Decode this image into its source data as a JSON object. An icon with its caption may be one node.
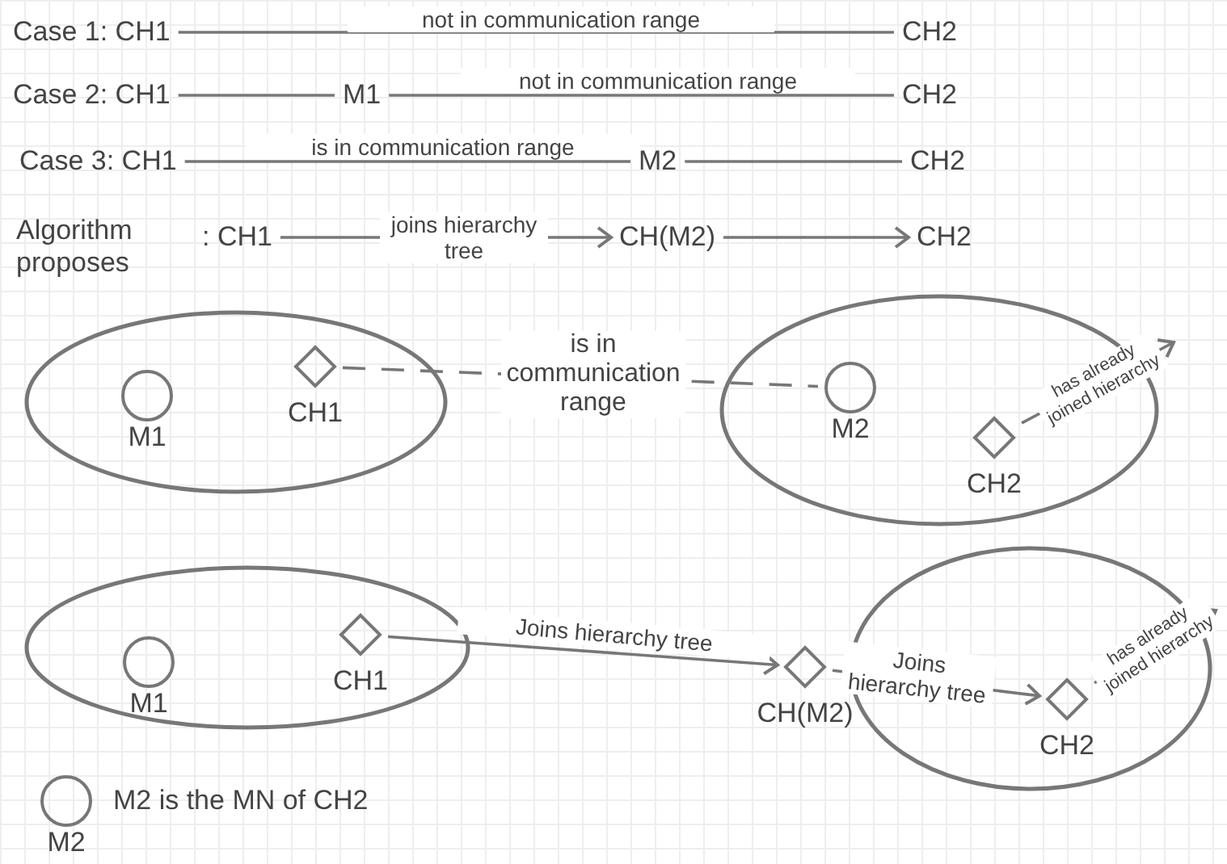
{
  "diagram": {
    "nodes": [
      {
        "text": [
          "Case 1: CH1"
        ]
      },
      {
        "text": [
          "CH2"
        ]
      },
      {
        "text": [
          "Case 2: CH1"
        ]
      },
      {
        "text": [
          "M1"
        ]
      },
      {
        "text": [
          "CH2"
        ]
      },
      {
        "text": [
          "Case 3: CH1"
        ]
      },
      {
        "text": [
          "M2"
        ]
      },
      {
        "text": [
          "CH2"
        ]
      },
      {
        "text": [
          ": CH1"
        ]
      },
      {
        "text": [
          "CH(M2)"
        ]
      },
      {
        "text": [
          "CH2"
        ]
      },
      {
        "text": [],
        "shape": "ellipse"
      },
      {
        "text": [
          "M1"
        ],
        "in": 11
      },
      {
        "text": [
          "CH1"
        ],
        "in": 11
      },
      {
        "text": [],
        "shape": "ellipse"
      },
      {
        "text": [
          "M2"
        ],
        "in": 14
      },
      {
        "text": [
          "CH2"
        ],
        "in": 14
      },
      {
        "text": [],
        "shape": "ellipse"
      },
      {
        "text": [
          "M1"
        ],
        "in": 17
      },
      {
        "text": [
          "CH1"
        ],
        "in": 17
      },
      {
        "text": [
          "CH(M2)"
        ]
      },
      {
        "text": [],
        "shape": "ellipse"
      },
      {
        "text": [
          "CH2"
        ],
        "in": 21
      },
      {
        "text": [
          "M2"
        ],
        "beside": [
          "M2 is the MN of CH2"
        ]
      }
    ],
    "edges": [
      {
        "from": 0,
        "to": 1,
        "arrow": "none",
        "label": "not in communication range"
      },
      {
        "from": 2,
        "to": 3,
        "arrow": "none"
      },
      {
        "from": 3,
        "to": 4,
        "arrow": "none",
        "label": "not in communication range"
      },
      {
        "from": 5,
        "to": 6,
        "arrow": "none",
        "label": "is in communication range"
      },
      {
        "from": 6,
        "to": 7,
        "arrow": "none"
      },
      {
        "from": 8,
        "to": 9,
        "arrow": "to",
        "label": "joins hierarchy tree"
      },
      {
        "from": 9,
        "to": 10,
        "arrow": "to"
      },
      {
        "from": 13,
        "to": 15,
        "arrow": "none",
        "label": "is in communication range",
        "style": "dashed"
      },
      {
        "from": 16,
        "to": null,
        "arrow": "to",
        "label": "has already joined hierarchy"
      },
      {
        "from": 19,
        "to": 20,
        "arrow": "to",
        "label": "Joins hierarchy tree"
      },
      {
        "from": 20,
        "to": 22,
        "arrow": "to",
        "label": "Joins hierarchy tree"
      },
      {
        "from": 22,
        "to": null,
        "arrow": "to",
        "label": "has already joined hierarchy"
      }
    ],
    "labels": [
      "Algorithm proposes"
    ]
  }
}
